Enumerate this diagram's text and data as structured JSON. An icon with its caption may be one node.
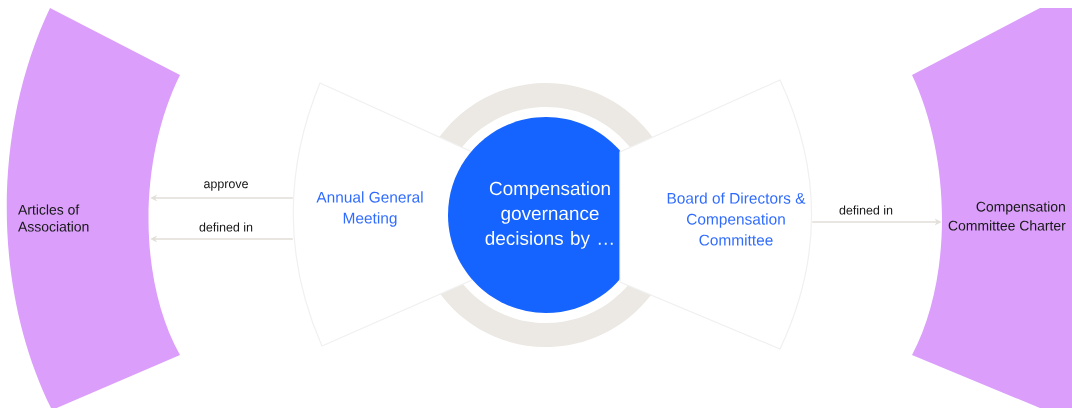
{
  "diagram": {
    "nodes": [
      {
        "text": [
          "Articles of Association"
        ]
      },
      {
        "text": [
          "Annual General Meeting"
        ]
      },
      {
        "text": [
          "Compensation governance decisions by …"
        ]
      },
      {
        "text": [
          "Board of Directors & Compensation Committee"
        ]
      },
      {
        "text": [
          "Compensation Committee Charter"
        ]
      }
    ],
    "edges": [
      {
        "from": 1,
        "to": 0,
        "arrow": "to",
        "label": "approve"
      },
      {
        "from": 1,
        "to": 0,
        "arrow": "to",
        "label": "defined in"
      },
      {
        "from": 3,
        "to": 4,
        "arrow": "to",
        "label": "defined in"
      }
    ]
  }
}
